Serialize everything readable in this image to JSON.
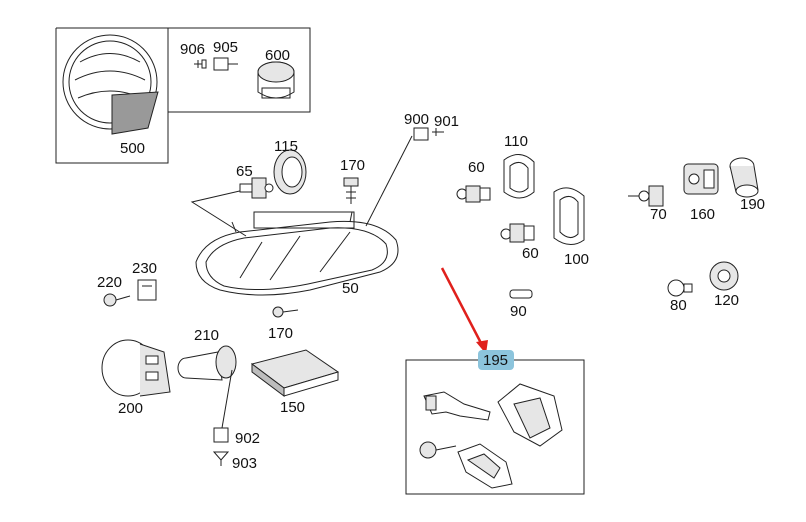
{
  "diagram": {
    "highlight_color": "#8cc4dc",
    "arrow_color": "#e0201c",
    "highlighted_part": "195",
    "part_numbers": {
      "p500": "500",
      "p906": "906",
      "p905": "905",
      "p600": "600",
      "p900": "900",
      "p901": "901",
      "p115": "115",
      "p65": "65",
      "p170a": "170",
      "p110": "110",
      "p60a": "60",
      "p60b": "60",
      "p100": "100",
      "p70": "70",
      "p160": "160",
      "p190": "190",
      "p50": "50",
      "p220": "220",
      "p230": "230",
      "p170b": "170",
      "p90": "90",
      "p80": "80",
      "p120": "120",
      "p210": "210",
      "p200": "200",
      "p150": "150",
      "p902": "902",
      "p903": "903",
      "p195": "195"
    }
  }
}
